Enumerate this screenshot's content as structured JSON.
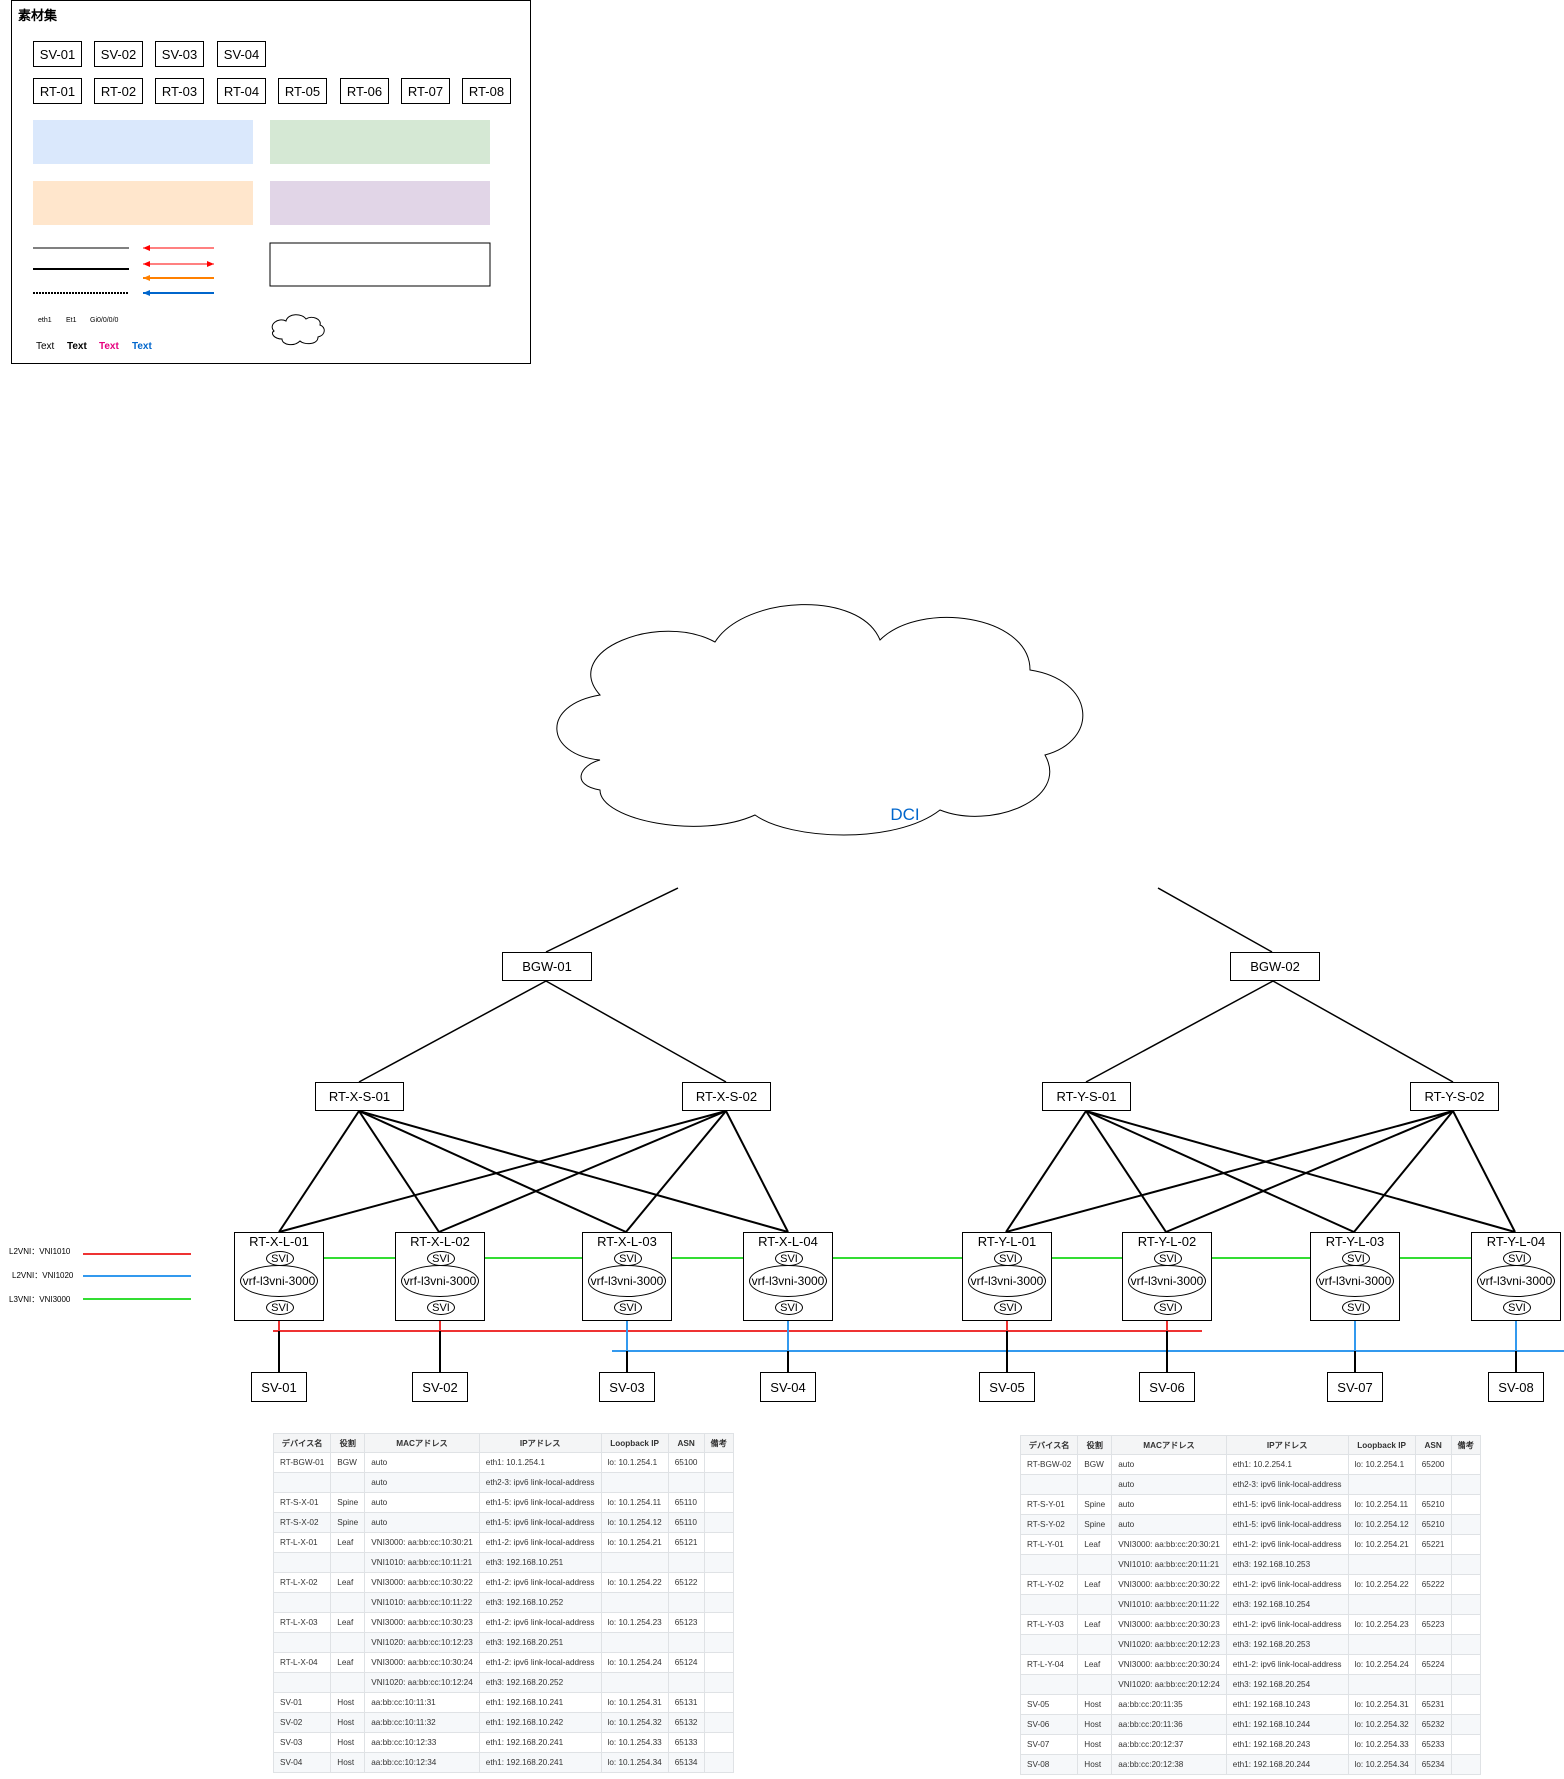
{
  "palette": {
    "title": "素材集",
    "sv_boxes": [
      "SV-01",
      "SV-02",
      "SV-03",
      "SV-04"
    ],
    "rt_boxes": [
      "RT-01",
      "RT-02",
      "RT-03",
      "RT-04",
      "RT-05",
      "RT-06",
      "RT-07",
      "RT-08"
    ],
    "swatch_colors": [
      "#dae8fc",
      "#d5e8d4",
      "#ffe6cc",
      "#e1d5e7"
    ],
    "arrow_colors": [
      "#ff0000",
      "#ff0000",
      "#ff8000",
      "#0066cc"
    ],
    "port_labels": [
      "eth1",
      "Et1",
      "Gi0/0/0/0"
    ],
    "text_samples": [
      {
        "label": "Text",
        "color": "#000000",
        "bold": false
      },
      {
        "label": "Text",
        "color": "#000000",
        "bold": true
      },
      {
        "label": "Text",
        "color": "#e6007e",
        "bold": true
      },
      {
        "label": "Text",
        "color": "#0066cc",
        "bold": true
      }
    ]
  },
  "diagram": {
    "cloud_label": "DCI",
    "cloud_color": "#0066cc",
    "bgw": [
      "BGW-01",
      "BGW-02"
    ],
    "spines_x": [
      "RT-X-S-01",
      "RT-X-S-02"
    ],
    "spines_y": [
      "RT-Y-S-01",
      "RT-Y-S-02"
    ],
    "leaves": [
      "RT-X-L-01",
      "RT-X-L-02",
      "RT-X-L-03",
      "RT-X-L-04",
      "RT-Y-L-01",
      "RT-Y-L-02",
      "RT-Y-L-03",
      "RT-Y-L-04"
    ],
    "svi_label": "SVI",
    "vrf_label": "vrf-l3vni-3000",
    "servers": [
      "SV-01",
      "SV-02",
      "SV-03",
      "SV-04",
      "SV-05",
      "SV-06",
      "SV-07",
      "SV-08"
    ],
    "legend": [
      {
        "label": "L2VNI：VNI1010",
        "color": "#ee3333"
      },
      {
        "label": "L2VNI：VNI1020",
        "color": "#3399ee"
      },
      {
        "label": "L3VNI：VNI3000",
        "color": "#33dd33"
      }
    ]
  },
  "table_x": {
    "headers": [
      "デバイス名",
      "役割",
      "MACアドレス",
      "IPアドレス",
      "Loopback IP",
      "ASN",
      "備考"
    ],
    "rows": [
      [
        "RT-BGW-01",
        "BGW",
        "auto",
        "eth1: 10.1.254.1",
        "lo: 10.1.254.1",
        "65100",
        ""
      ],
      [
        "",
        "",
        "auto",
        "eth2-3: ipv6 link-local-address",
        "",
        "",
        ""
      ],
      [
        "RT-S-X-01",
        "Spine",
        "auto",
        "eth1-5: ipv6 link-local-address",
        "lo: 10.1.254.11",
        "65110",
        ""
      ],
      [
        "RT-S-X-02",
        "Spine",
        "auto",
        "eth1-5: ipv6 link-local-address",
        "lo: 10.1.254.12",
        "65110",
        ""
      ],
      [
        "RT-L-X-01",
        "Leaf",
        "VNI3000: aa:bb:cc:10:30:21",
        "eth1-2: ipv6 link-local-address",
        "lo: 10.1.254.21",
        "65121",
        ""
      ],
      [
        "",
        "",
        "VNI1010: aa:bb:cc:10:11:21",
        "eth3: 192.168.10.251",
        "",
        "",
        ""
      ],
      [
        "RT-L-X-02",
        "Leaf",
        "VNI3000: aa:bb:cc:10:30:22",
        "eth1-2: ipv6 link-local-address",
        "lo: 10.1.254.22",
        "65122",
        ""
      ],
      [
        "",
        "",
        "VNI1010: aa:bb:cc:10:11:22",
        "eth3: 192.168.10.252",
        "",
        "",
        ""
      ],
      [
        "RT-L-X-03",
        "Leaf",
        "VNI3000: aa:bb:cc:10:30:23",
        "eth1-2: ipv6 link-local-address",
        "lo: 10.1.254.23",
        "65123",
        ""
      ],
      [
        "",
        "",
        "VNI1020: aa:bb:cc:10:12:23",
        "eth3: 192.168.20.251",
        "",
        "",
        ""
      ],
      [
        "RT-L-X-04",
        "Leaf",
        "VNI3000: aa:bb:cc:10:30:24",
        "eth1-2: ipv6 link-local-address",
        "lo: 10.1.254.24",
        "65124",
        ""
      ],
      [
        "",
        "",
        "VNI1020: aa:bb:cc:10:12:24",
        "eth3: 192.168.20.252",
        "",
        "",
        ""
      ],
      [
        "SV-01",
        "Host",
        "aa:bb:cc:10:11:31",
        "eth1: 192.168.10.241",
        "lo: 10.1.254.31",
        "65131",
        ""
      ],
      [
        "SV-02",
        "Host",
        "aa:bb:cc:10:11:32",
        "eth1: 192.168.10.242",
        "lo: 10.1.254.32",
        "65132",
        ""
      ],
      [
        "SV-03",
        "Host",
        "aa:bb:cc:10:12:33",
        "eth1: 192.168.20.241",
        "lo: 10.1.254.33",
        "65133",
        ""
      ],
      [
        "SV-04",
        "Host",
        "aa:bb:cc:10:12:34",
        "eth1: 192.168.20.241",
        "lo: 10.1.254.34",
        "65134",
        ""
      ]
    ]
  },
  "table_y": {
    "headers": [
      "デバイス名",
      "役割",
      "MACアドレス",
      "IPアドレス",
      "Loopback IP",
      "ASN",
      "備考"
    ],
    "rows": [
      [
        "RT-BGW-02",
        "BGW",
        "auto",
        "eth1: 10.2.254.1",
        "lo: 10.2.254.1",
        "65200",
        ""
      ],
      [
        "",
        "",
        "auto",
        "eth2-3: ipv6 link-local-address",
        "",
        "",
        ""
      ],
      [
        "RT-S-Y-01",
        "Spine",
        "auto",
        "eth1-5: ipv6 link-local-address",
        "lo: 10.2.254.11",
        "65210",
        ""
      ],
      [
        "RT-S-Y-02",
        "Spine",
        "auto",
        "eth1-5: ipv6 link-local-address",
        "lo: 10.2.254.12",
        "65210",
        ""
      ],
      [
        "RT-L-Y-01",
        "Leaf",
        "VNI3000: aa:bb:cc:20:30:21",
        "eth1-2: ipv6 link-local-address",
        "lo: 10.2.254.21",
        "65221",
        ""
      ],
      [
        "",
        "",
        "VNI1010: aa:bb:cc:20:11:21",
        "eth3: 192.168.10.253",
        "",
        "",
        ""
      ],
      [
        "RT-L-Y-02",
        "Leaf",
        "VNI3000: aa:bb:cc:20:30:22",
        "eth1-2: ipv6 link-local-address",
        "lo: 10.2.254.22",
        "65222",
        ""
      ],
      [
        "",
        "",
        "VNI1010: aa:bb:cc:20:11:22",
        "eth3: 192.168.10.254",
        "",
        "",
        ""
      ],
      [
        "RT-L-Y-03",
        "Leaf",
        "VNI3000: aa:bb:cc:20:30:23",
        "eth1-2: ipv6 link-local-address",
        "lo: 10.2.254.23",
        "65223",
        ""
      ],
      [
        "",
        "",
        "VNI1020: aa:bb:cc:20:12:23",
        "eth3: 192.168.20.253",
        "",
        "",
        ""
      ],
      [
        "RT-L-Y-04",
        "Leaf",
        "VNI3000: aa:bb:cc:20:30:24",
        "eth1-2: ipv6 link-local-address",
        "lo: 10.2.254.24",
        "65224",
        ""
      ],
      [
        "",
        "",
        "VNI1020: aa:bb:cc:20:12:24",
        "eth3: 192.168.20.254",
        "",
        "",
        ""
      ],
      [
        "SV-05",
        "Host",
        "aa:bb:cc:20:11:35",
        "eth1: 192.168.10.243",
        "lo: 10.2.254.31",
        "65231",
        ""
      ],
      [
        "SV-06",
        "Host",
        "aa:bb:cc:20:11:36",
        "eth1: 192.168.10.244",
        "lo: 10.2.254.32",
        "65232",
        ""
      ],
      [
        "SV-07",
        "Host",
        "aa:bb:cc:20:12:37",
        "eth1: 192.168.20.243",
        "lo: 10.2.254.33",
        "65233",
        ""
      ],
      [
        "SV-08",
        "Host",
        "aa:bb:cc:20:12:38",
        "eth1: 192.168.20.244",
        "lo: 10.2.254.34",
        "65234",
        ""
      ]
    ]
  }
}
